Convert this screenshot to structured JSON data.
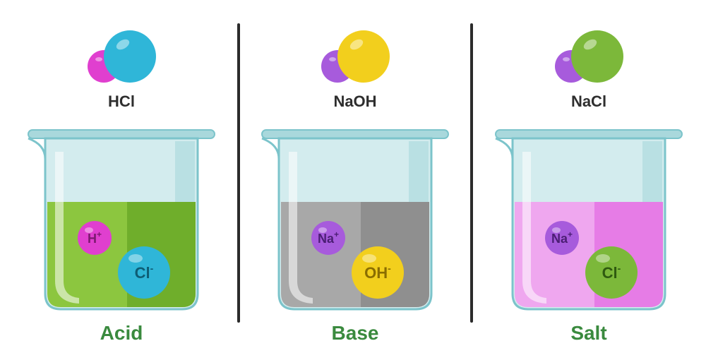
{
  "panels": [
    {
      "formula": "HCl",
      "caption": "Acid",
      "molecule": {
        "small_color": "#e03fcf",
        "big_color": "#2fb6d8"
      },
      "liquid": {
        "light": "#8cc63f",
        "dark": "#6fae2b"
      },
      "ion_small": {
        "base": "H",
        "sup": "+",
        "color": "#e03fcf",
        "text_color": "#7a1a6e"
      },
      "ion_big": {
        "base": "Cl",
        "sup": "-",
        "color": "#2fb6d8",
        "text_color": "#0e5d75"
      }
    },
    {
      "formula": "NaOH",
      "caption": "Base",
      "molecule": {
        "small_color": "#a75bdc",
        "big_color": "#f2cf1d"
      },
      "liquid": {
        "light": "#a8a8a8",
        "dark": "#8f8f8f"
      },
      "ion_small": {
        "base": "Na",
        "sup": "+",
        "color": "#a75bdc",
        "text_color": "#4b1e74"
      },
      "ion_big": {
        "base": "OH",
        "sup": "-",
        "color": "#f2cf1d",
        "text_color": "#8a6d00"
      }
    },
    {
      "formula": "NaCl",
      "caption": "Salt",
      "molecule": {
        "small_color": "#a75bdc",
        "big_color": "#7cb83a"
      },
      "liquid": {
        "light": "#efa7ef",
        "dark": "#e67ce6"
      },
      "ion_small": {
        "base": "Na",
        "sup": "+",
        "color": "#a75bdc",
        "text_color": "#4b1e74"
      },
      "ion_big": {
        "base": "Cl",
        "sup": "-",
        "color": "#7cb83a",
        "text_color": "#2f5a10"
      }
    }
  ],
  "colors": {
    "caption": "#3a8a3e",
    "divider": "#2b2b2b",
    "glass_fill": "#d3ecee",
    "glass_stroke": "#7cc4cb",
    "glass_dark": "#a9d8dc"
  }
}
